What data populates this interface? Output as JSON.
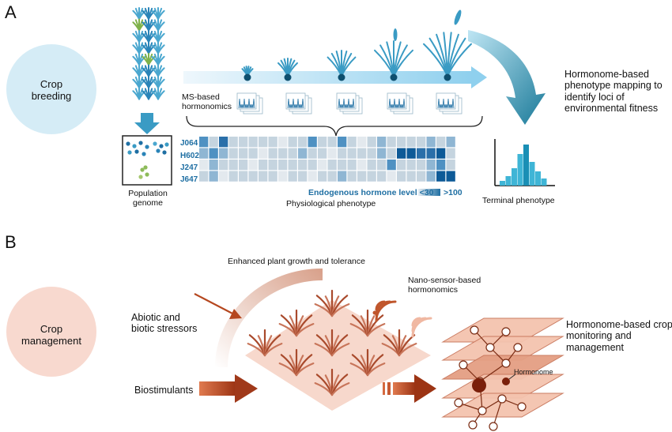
{
  "panel_a": {
    "letter": "A",
    "circle_label_line1": "Crop",
    "circle_label_line2": "breeding",
    "ms_label_line1": "MS-based",
    "ms_label_line2": "hormonomics",
    "population_line1": "Population",
    "population_line2": "genome",
    "row_labels": [
      "J064",
      "H602",
      "J247",
      "J647"
    ],
    "legend_label": "Endogenous hormone level <30",
    "legend_high": ">100",
    "physio_label": "Physiological phenotype",
    "terminal_label": "Terminal phenotype",
    "mapping_line1": "Hormonome-based",
    "mapping_line2": "phenotype mapping to",
    "mapping_line3": "identify loci of",
    "mapping_line4": "environmental fitness",
    "heatmap_levels": [
      [
        3,
        1,
        4,
        1,
        1,
        1,
        1,
        1,
        0,
        1,
        1,
        3,
        1,
        1,
        3,
        1,
        0,
        1,
        2,
        1,
        1,
        1,
        1,
        2,
        1,
        2
      ],
      [
        2,
        3,
        2,
        1,
        1,
        1,
        0,
        1,
        1,
        1,
        2,
        1,
        1,
        0,
        1,
        1,
        1,
        1,
        2,
        1,
        5,
        5,
        4,
        4,
        5,
        1
      ],
      [
        0,
        2,
        1,
        1,
        1,
        0,
        1,
        1,
        1,
        1,
        1,
        1,
        0,
        1,
        1,
        1,
        0,
        1,
        1,
        3,
        1,
        1,
        1,
        2,
        3,
        1
      ],
      [
        1,
        2,
        0,
        1,
        1,
        1,
        1,
        1,
        0,
        1,
        1,
        0,
        1,
        1,
        2,
        1,
        1,
        1,
        1,
        0,
        1,
        1,
        1,
        2,
        5,
        5
      ]
    ],
    "colors": {
      "circle": "#d5ecf6",
      "accent": "#1f6fa3",
      "plant": "#3a9bc4",
      "arrow_dark": "#1a7a99"
    }
  },
  "panel_b": {
    "letter": "B",
    "circle_label_line1": "Crop",
    "circle_label_line2": "management",
    "enhanced_label": "Enhanced plant growth and tolerance",
    "nano_line1": "Nano-sensor-based",
    "nano_line2": "hormonomics",
    "abiotic_line1": "Abiotic and",
    "abiotic_line2": "biotic stressors",
    "biostim_label": "Biostimulants",
    "hormonome_label": "Hormonome",
    "monitor_line1": "Hormonome-based crop",
    "monitor_line2": "monitoring and",
    "monitor_line3": "management",
    "colors": {
      "circle": "#f8d9cf",
      "accent": "#b5471f",
      "field": "#f7d8cc",
      "layer": "#f2b9a3"
    }
  }
}
